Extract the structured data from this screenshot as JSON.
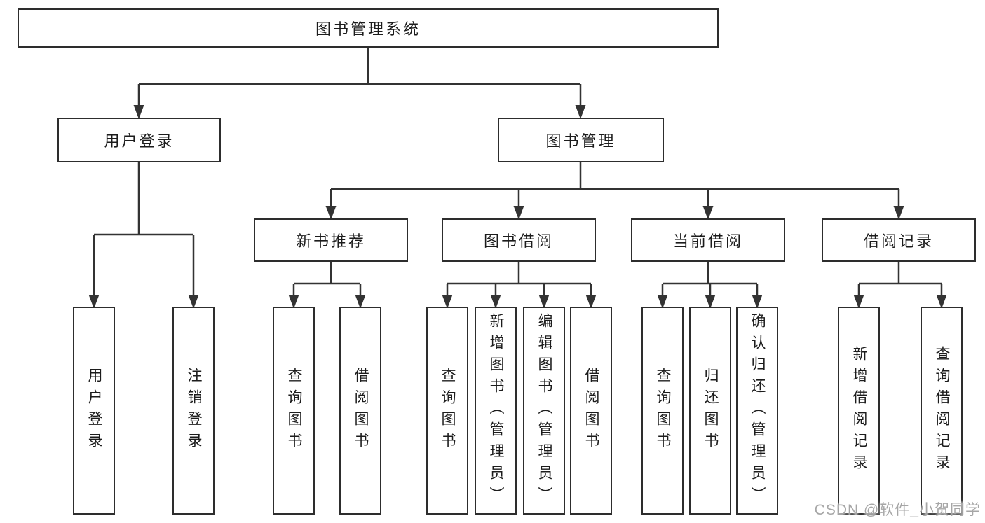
{
  "diagram": {
    "root": {
      "label": "图书管理系统"
    },
    "level2": {
      "user_login": {
        "label": "用户登录"
      },
      "book_mgmt": {
        "label": "图书管理"
      }
    },
    "level3": {
      "new_book_rec": {
        "label": "新书推荐"
      },
      "book_borrow": {
        "label": "图书借阅"
      },
      "current_borrow": {
        "label": "当前借阅"
      },
      "borrow_records": {
        "label": "借阅记录"
      }
    },
    "leaves": {
      "user_login": [
        {
          "label": "用户登录"
        },
        {
          "label": "注销登录"
        }
      ],
      "new_book_rec": [
        {
          "label": "查询图书"
        },
        {
          "label": "借阅图书"
        }
      ],
      "book_borrow": [
        {
          "label": "查询图书"
        },
        {
          "label": "新增图书（管理员）"
        },
        {
          "label": "编辑图书（管理员）"
        },
        {
          "label": "借阅图书"
        }
      ],
      "current_borrow": [
        {
          "label": "查询图书"
        },
        {
          "label": "归还图书"
        },
        {
          "label": "确认归还（管理员）"
        }
      ],
      "borrow_records": [
        {
          "label": "新增借阅记录"
        },
        {
          "label": "查询借阅记录"
        }
      ]
    }
  },
  "watermark": {
    "text": "CSDN @软件_小贺同学"
  },
  "colors": {
    "line": "#333333",
    "box_border": "#2d2d2d",
    "text": "#1c1c1c",
    "watermark": "#a6a6a6",
    "background": "#ffffff"
  }
}
